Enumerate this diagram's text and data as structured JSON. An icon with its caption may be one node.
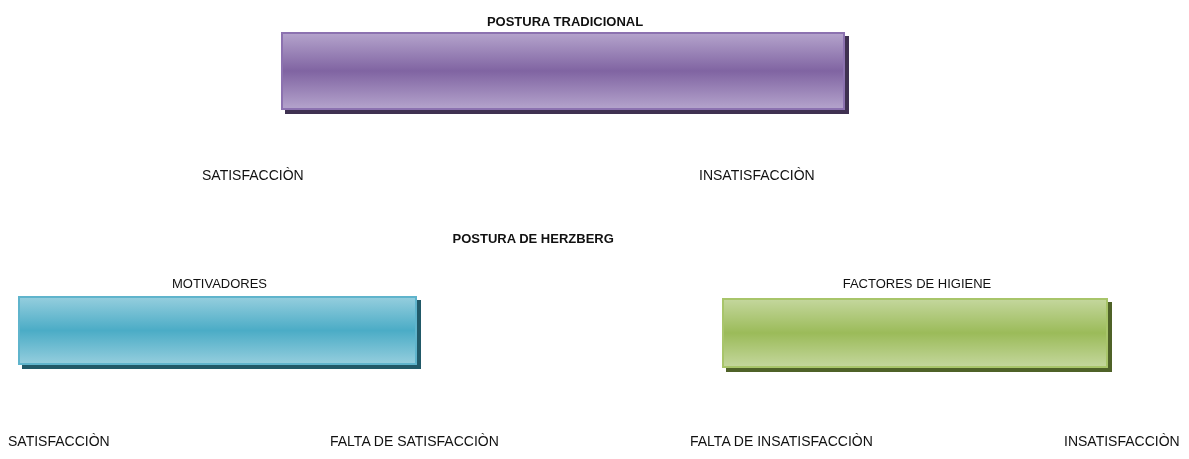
{
  "diagram": {
    "nodes": [
      {
        "text": [
          "POSTURA TRADICIONAL"
        ]
      },
      {
        "text": [
          "MOTIVADORES"
        ]
      },
      {
        "text": [
          "FACTORES DE HIGIENE"
        ]
      }
    ],
    "labels": [
      "SATISFACCIÒN",
      "INSATISFACCIÒN",
      "POSTURA DE HERZBERG",
      "SATISFACCIÒN",
      "FALTA DE SATISFACCIÒN",
      "FALTA DE INSATISFACCIÒN",
      "INSATISFACCIÒN"
    ]
  }
}
